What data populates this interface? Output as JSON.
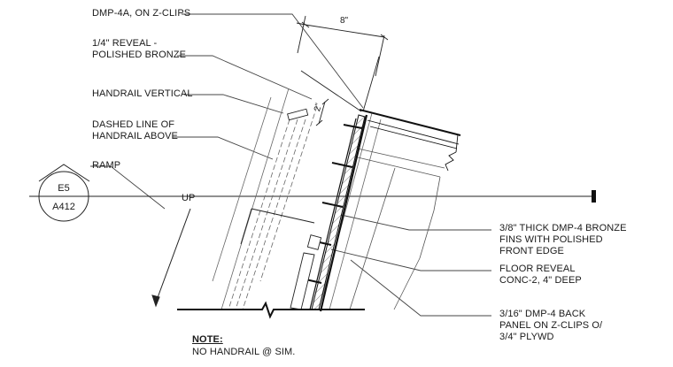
{
  "labels": {
    "dmp4a": "DMP-4A, ON Z-CLIPS",
    "reveal": "1/4\" REVEAL -\nPOLISHED BRONZE",
    "handrail_vertical": "HANDRAIL VERTICAL",
    "dashed_line": "DASHED LINE OF\nHANDRAIL ABOVE",
    "ramp": "RAMP",
    "fins": "3/8\" THICK DMP-4 BRONZE\nFINS WITH POLISHED\nFRONT EDGE",
    "floor_reveal": "FLOOR REVEAL\nCONC-2, 4\" DEEP",
    "back_panel": "3/16\" DMP-4 BACK\nPANEL ON Z-CLIPS O/\n3/4\" PLYWD",
    "up": "UP"
  },
  "dimensions": {
    "overall": "8\"",
    "small": "2\""
  },
  "section_tag": {
    "detail": "E5",
    "sheet": "A412"
  },
  "note": {
    "title": "NOTE:",
    "text": "NO HANDRAIL @ SIM."
  }
}
